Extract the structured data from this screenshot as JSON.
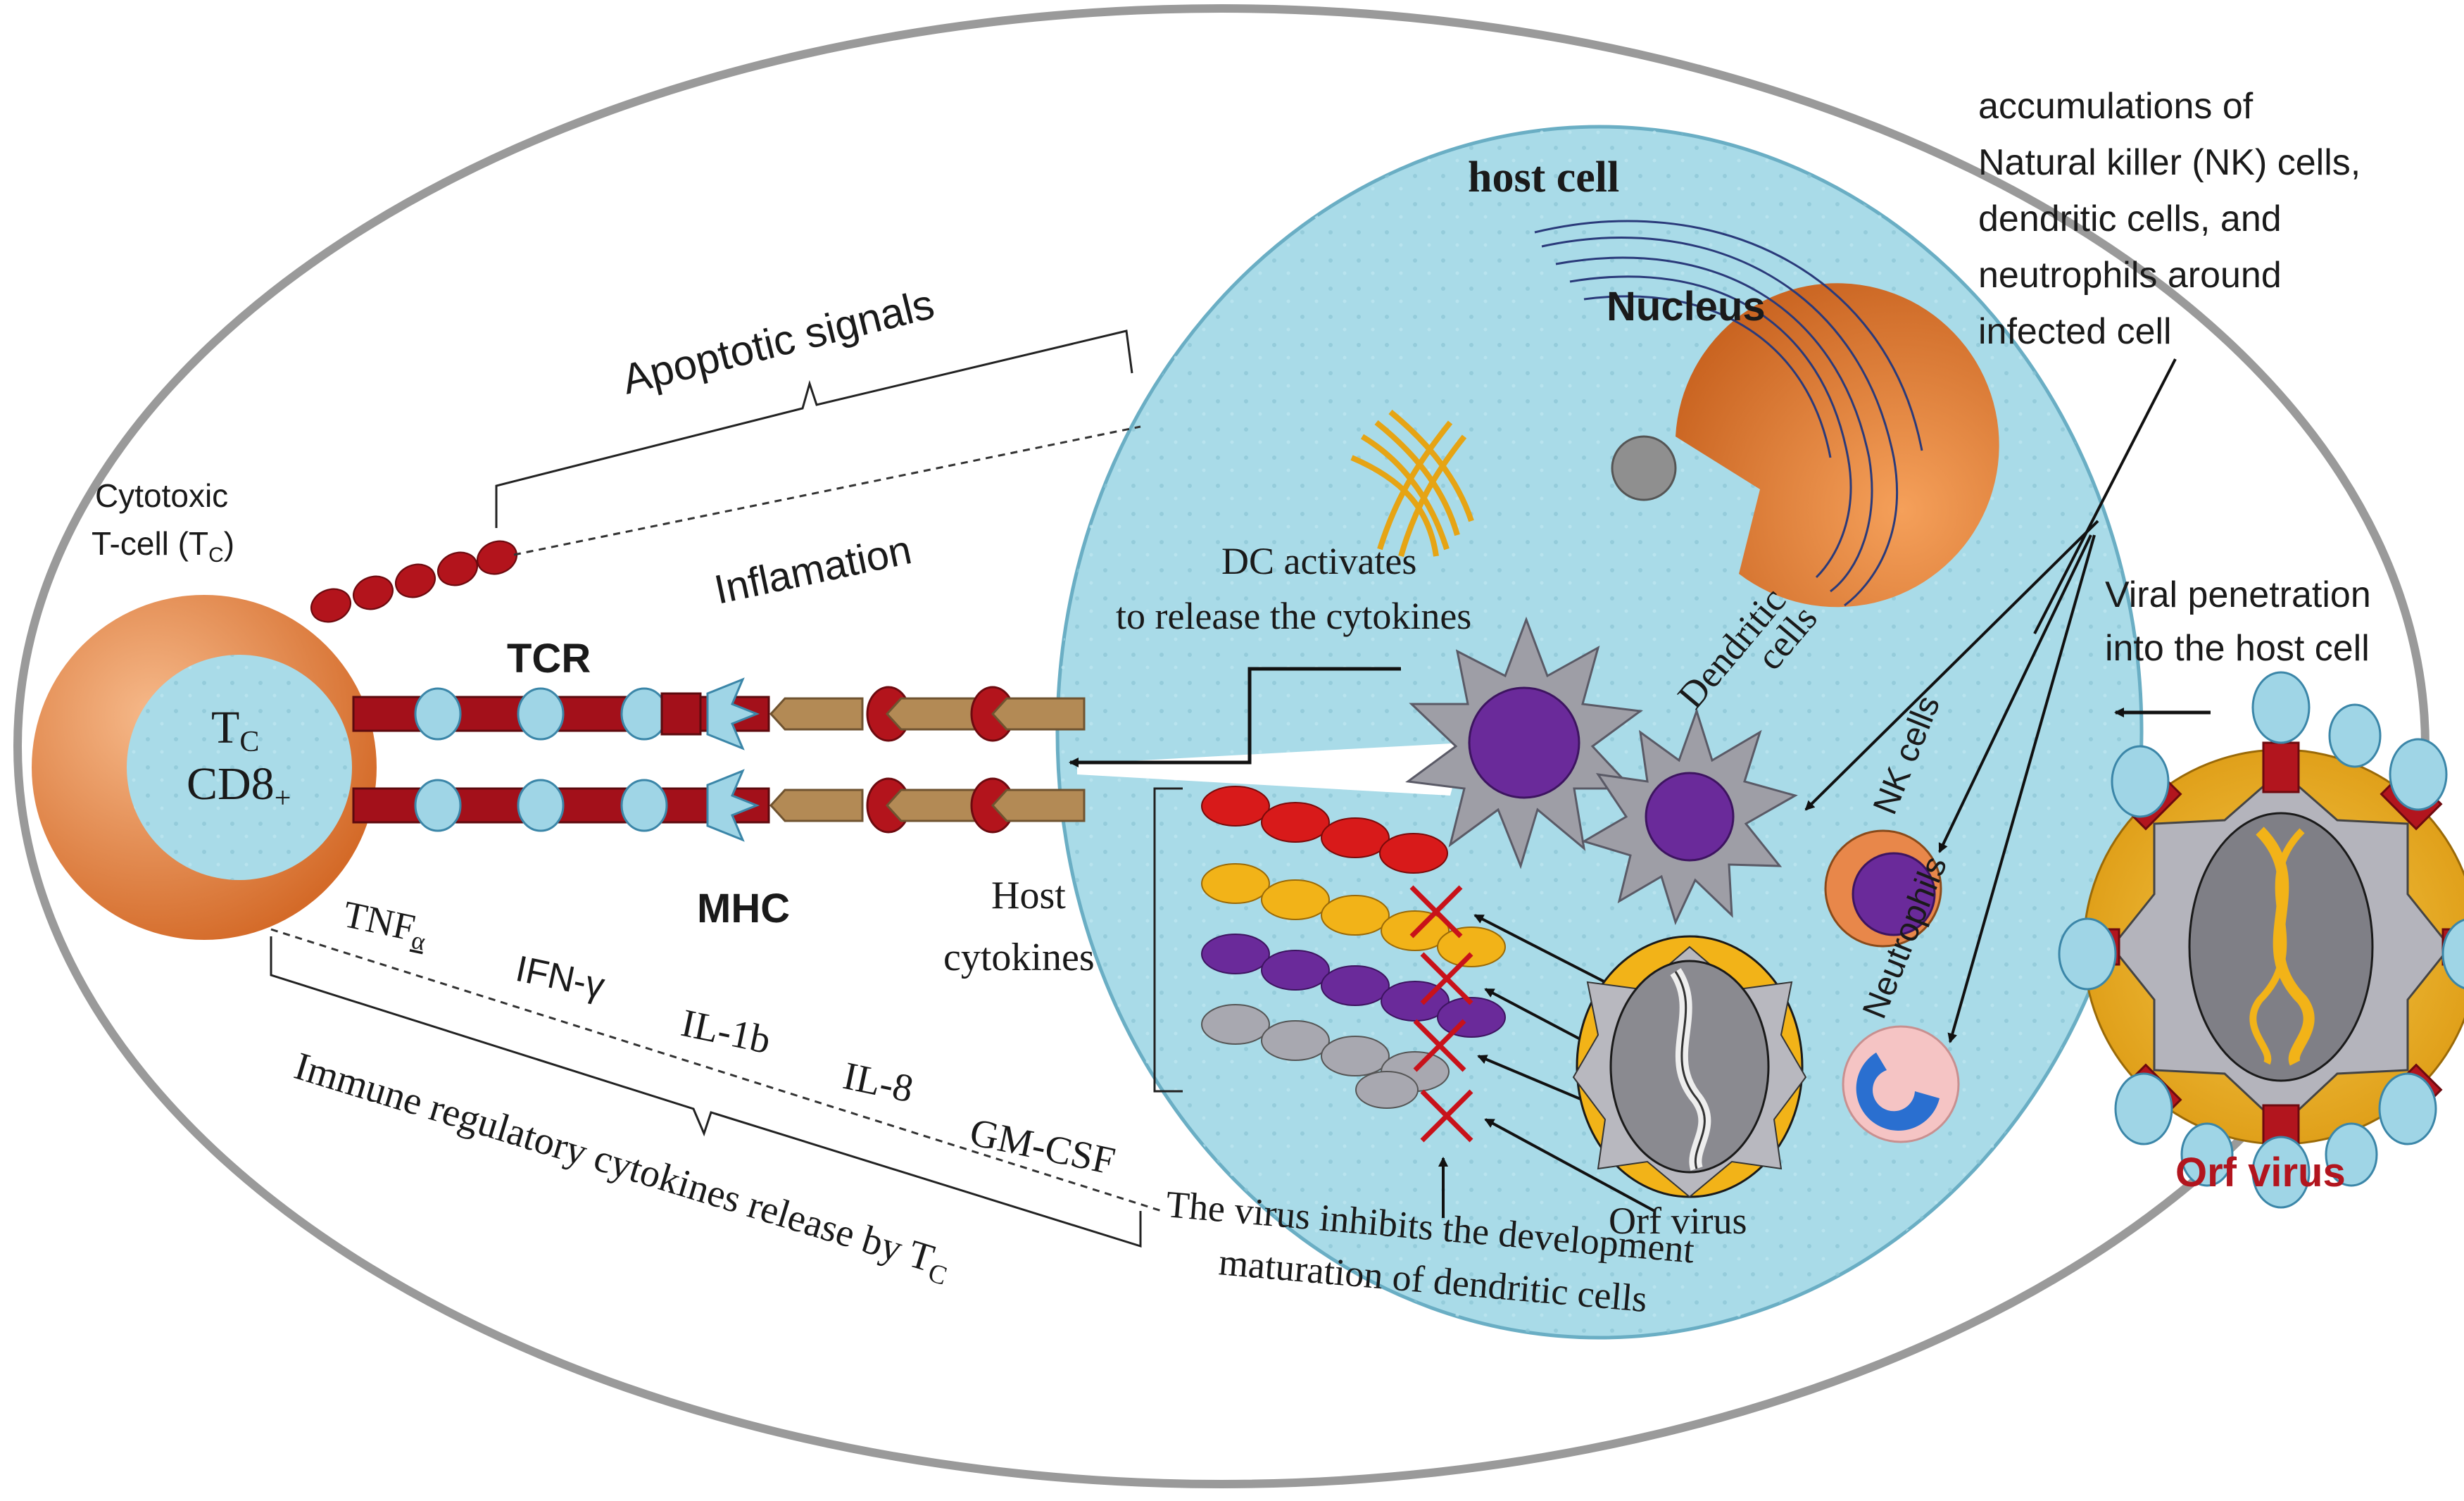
{
  "labels": {
    "host_cell": "host cell",
    "nucleus": "Nucleus",
    "apoptotic_signals": "Apoptotic signals",
    "inflamation": "Inflamation",
    "tc_cell_line1": "Cytotoxic",
    "tc_cell_line2": "T-cell (T",
    "tc_cell_sub": "C",
    "tc_cell_close": ")",
    "tc_inner_T": "T",
    "tc_inner_sub": "C",
    "tc_inner_cd8": "CD8",
    "tc_inner_plus": "+",
    "tcr": "TCR",
    "mhc": "MHC",
    "dc_activates_line1": "DC activates",
    "dc_activates_line2": "to release the cytokines",
    "dendritic_line1": "Dendritic",
    "dendritic_line2": "cells",
    "nk_cells": "NK cells",
    "neutrophils": "Neutrophils",
    "host_cytokines_line1": "Host",
    "host_cytokines_line2": "cytokines",
    "orf_virus_inside": "Orf  virus",
    "inhibit_line1": "The virus inhibits the development",
    "inhibit_line2": "maturation of dendritic cells",
    "tnf": "TNF",
    "tnf_sub": "α",
    "ifn": "IFN-γ",
    "il1b": "IL-1b",
    "il8": "IL-8",
    "gmcsf": "GM-CSF",
    "immune_release": "Immune regulatory cytokines release by T",
    "immune_release_sub": "C",
    "accum_line1": "accumulations  of",
    "accum_line2": "Natural killer (NK) cells,",
    "accum_line3": "dendritic cells, and",
    "accum_line4": "neutrophils around",
    "accum_line5": "infected cell",
    "viral_pen_line1": "Viral penetration",
    "viral_pen_line2": "into the host cell",
    "orf_virus": "Orf virus"
  },
  "colors": {
    "outer_ellipse": "#9a9a9a",
    "host_cell_fill": "#a9dbe8",
    "tc_orange": "#e8874a",
    "receptor_red": "#a3101a",
    "dc_purple": "#6a2a9a",
    "orf_red": "#b2151e",
    "cross_red": "#c8121a"
  },
  "icons": {
    "nucleus": "pacman-nucleus-icon",
    "dendritic": "star-cell-icon",
    "virus": "orf-virion-icon"
  }
}
